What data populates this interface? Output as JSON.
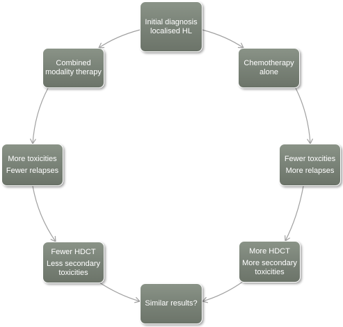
{
  "colors": {
    "node_fill": "#7b8479",
    "node_border": "#ffffff",
    "node_text": "#ffffff",
    "connector": "#a0a0a0"
  },
  "nodes": {
    "initial": {
      "line1": "Initial diagnosis",
      "line2": "localised HL"
    },
    "chemo": {
      "line1": "Chemotherapy",
      "line2": "alone"
    },
    "fewer_toxicities": {
      "line1": "Fewer toxcities",
      "line2": "More relapses"
    },
    "more_hdct": {
      "line1": "More HDCT",
      "line2": "More secondary",
      "line3": "toxicities"
    },
    "similar": {
      "line1": "Similar results?"
    },
    "fewer_hdct": {
      "line1": "Fewer HDCT",
      "line2": "Less secondary",
      "line3": "toxicities"
    },
    "more_toxicities": {
      "line1": "More toxicities",
      "line2": "Fewer relapses"
    },
    "combined": {
      "line1": "Combined",
      "line2": "modality therapy"
    }
  }
}
